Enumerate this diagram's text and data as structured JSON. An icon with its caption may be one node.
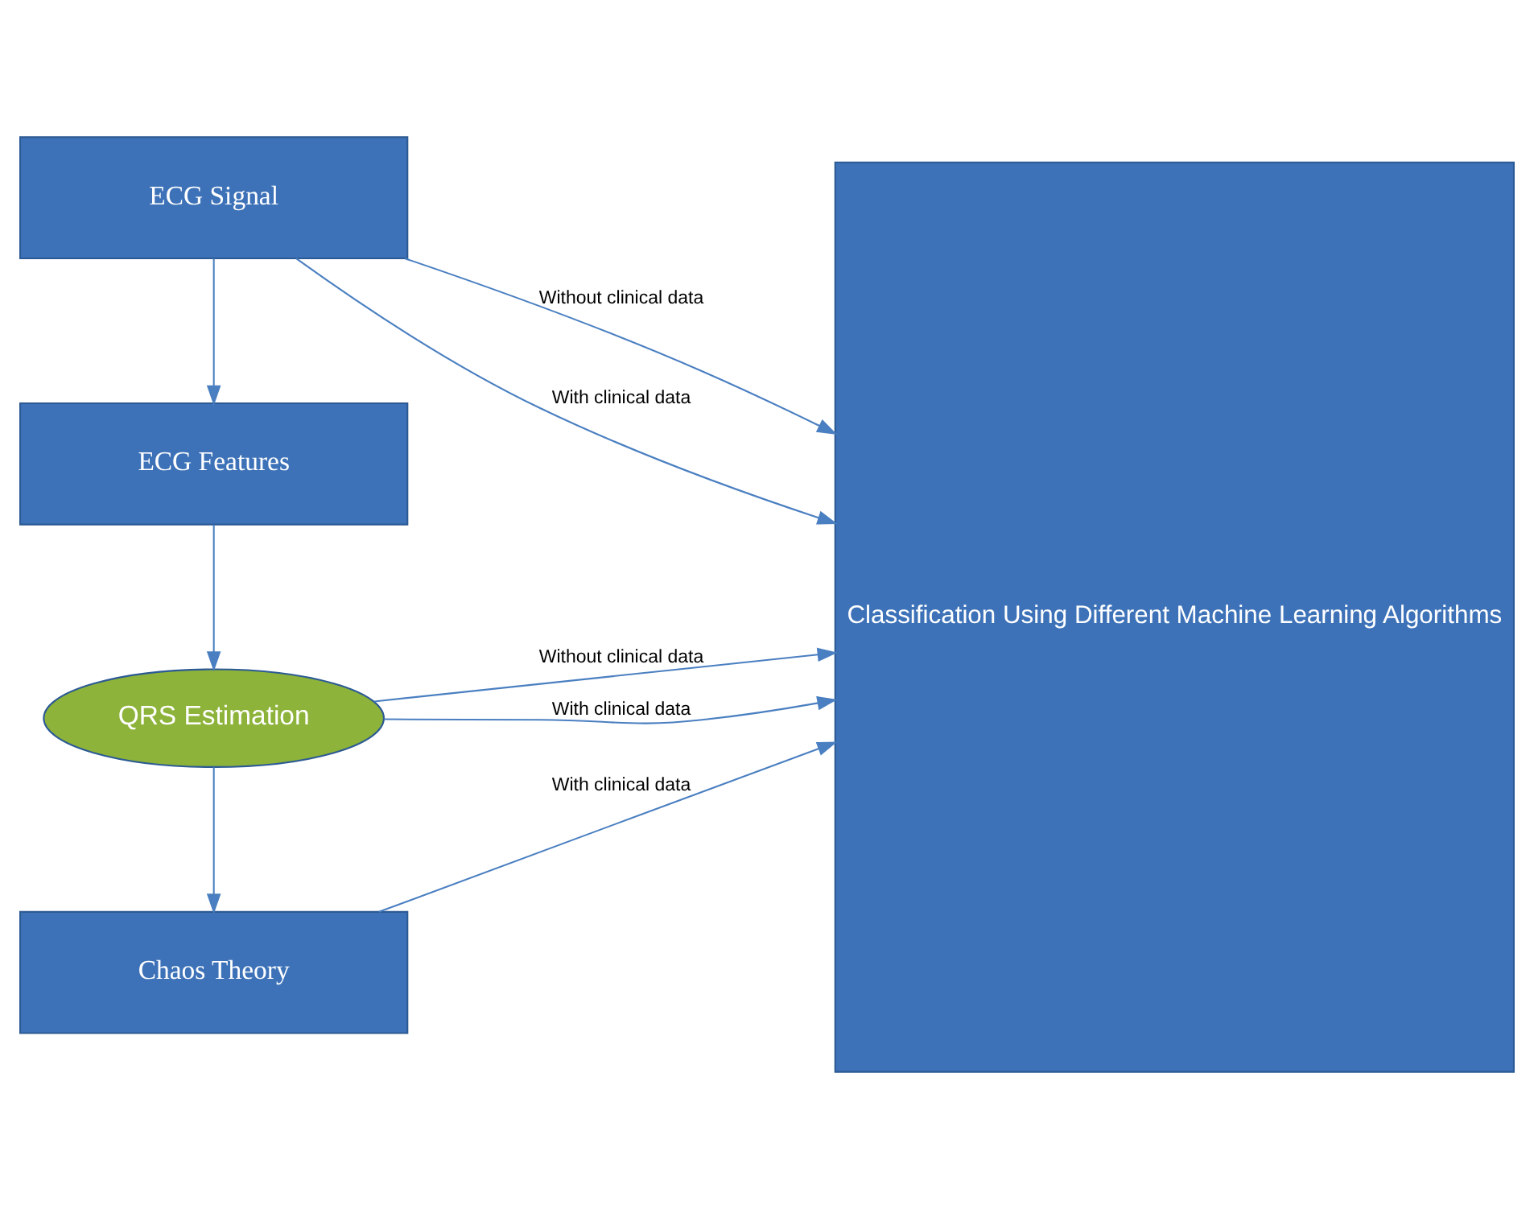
{
  "diagram": {
    "nodes": [
      {
        "text": [
          "ECG Signal"
        ]
      },
      {
        "text": [
          "ECG Features"
        ]
      },
      {
        "text": [
          "QRS Estimation"
        ]
      },
      {
        "text": [
          "Chaos Theory"
        ]
      },
      {
        "text": [
          "Classification Using Different Machine Learning Algorithms"
        ]
      }
    ],
    "edges": [
      {
        "from": 0,
        "to": 1,
        "arrow": "to"
      },
      {
        "from": 1,
        "to": 2,
        "arrow": "to"
      },
      {
        "from": 2,
        "to": 3,
        "arrow": "to"
      },
      {
        "from": 0,
        "to": 4,
        "arrow": "to",
        "label": "Without clinical data"
      },
      {
        "from": 0,
        "to": 4,
        "arrow": "to",
        "label": "With clinical data"
      },
      {
        "from": 2,
        "to": 4,
        "arrow": "to",
        "label": "Without clinical data"
      },
      {
        "from": 2,
        "to": 4,
        "arrow": "to",
        "label": "With clinical data"
      },
      {
        "from": 3,
        "to": 4,
        "arrow": "to",
        "label": "With clinical data"
      }
    ]
  }
}
